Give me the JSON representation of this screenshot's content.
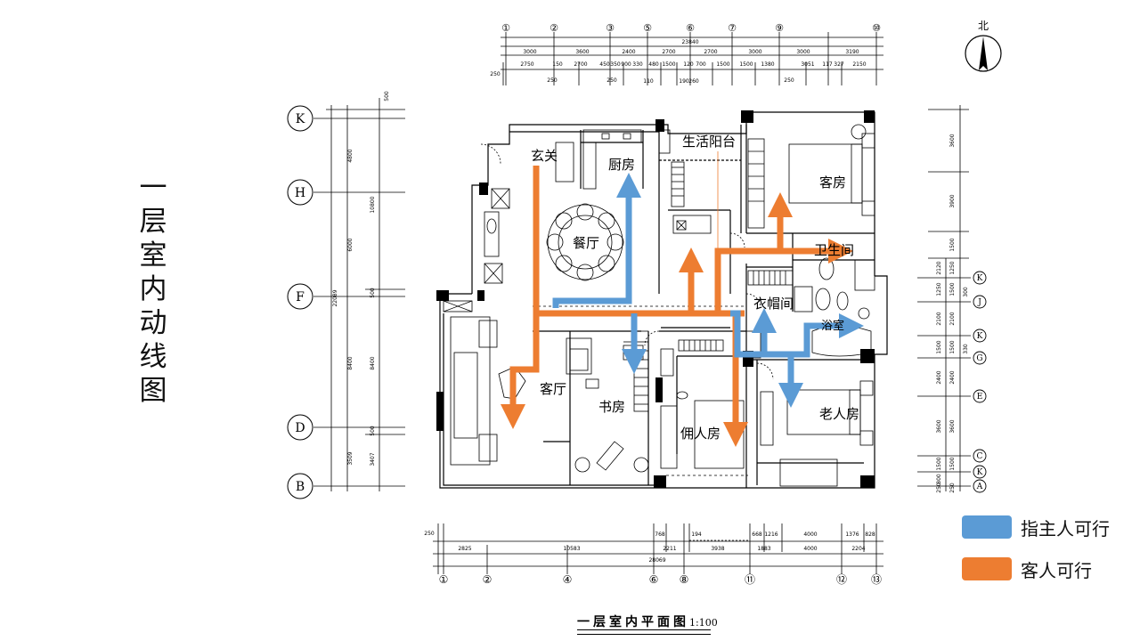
{
  "side_title": [
    "一",
    "层",
    "室",
    "内",
    "动",
    "线",
    "图"
  ],
  "north_label": "北",
  "bottom_title": "一层室内平面图",
  "bottom_scale": "1:100",
  "legend": [
    {
      "label": "指主人可行",
      "color": "#5B9BD5"
    },
    {
      "label": "客人可行",
      "color": "#ED7D31"
    }
  ],
  "rooms": {
    "xuanguan": "玄关",
    "chufang": "厨房",
    "shenghuo_yangtai": "生活阳台",
    "kefang_1": "客房",
    "canting": "餐厅",
    "weishengjian": "卫生间",
    "yimaojian": "衣帽间",
    "yu": "浴室",
    "keting": "客厅",
    "shufang": "书房",
    "yongrenfang": "佣人房",
    "laorenfang": "老人房"
  },
  "grid_top": [
    "①",
    "②",
    "③",
    "⑤",
    "⑥",
    "⑦",
    "⑨",
    "⑩"
  ],
  "grid_bottom": [
    "①",
    "②",
    "④",
    "⑥",
    "⑧",
    "⑪",
    "⑫",
    "⑬"
  ],
  "grid_left": [
    "K",
    "H",
    "F",
    "D",
    "B"
  ],
  "grid_right": [
    "K",
    "J",
    "K",
    "G",
    "E",
    "C",
    "K",
    "A"
  ],
  "dims_top_row1": [
    "3000",
    "3600",
    "2400",
    "2700",
    "2700",
    "3000",
    "3000",
    "3190"
  ],
  "dims_top_total": "23840",
  "dims_top_row2": [
    "2750",
    "150",
    "2700",
    "450",
    "350",
    "900",
    "330",
    "480",
    "1500",
    "120",
    "700",
    "1500",
    "1500",
    "1380",
    "3051",
    "117",
    "327",
    "2150"
  ],
  "dims_top_row3": [
    "250",
    "250",
    "250",
    "110",
    "190",
    "260",
    "250"
  ],
  "dims_bottom_row1": [
    "250",
    "768",
    "194",
    "668",
    "1216",
    "4000",
    "1376",
    "828"
  ],
  "dims_bottom_row2": [
    "2825",
    "10583",
    "2211",
    "3938",
    "1883",
    "4000",
    "2204"
  ],
  "dims_bottom_total": "28069",
  "dims_left_outer": [
    "500",
    "4800",
    "6000",
    "8400",
    "3509"
  ],
  "dims_left_inner": [
    "10800",
    "22089",
    "500",
    "8400",
    "500",
    "3407"
  ],
  "dims_right_outer": [
    "3600",
    "3900",
    "1500",
    "2120",
    "1250",
    "2100",
    "1500",
    "2400",
    "3600",
    "1500",
    "800",
    "250"
  ],
  "dims_right_inner": [
    "1250",
    "1500",
    "2100",
    "1500",
    "2400",
    "3600",
    "1500",
    "250",
    "300",
    "330"
  ]
}
